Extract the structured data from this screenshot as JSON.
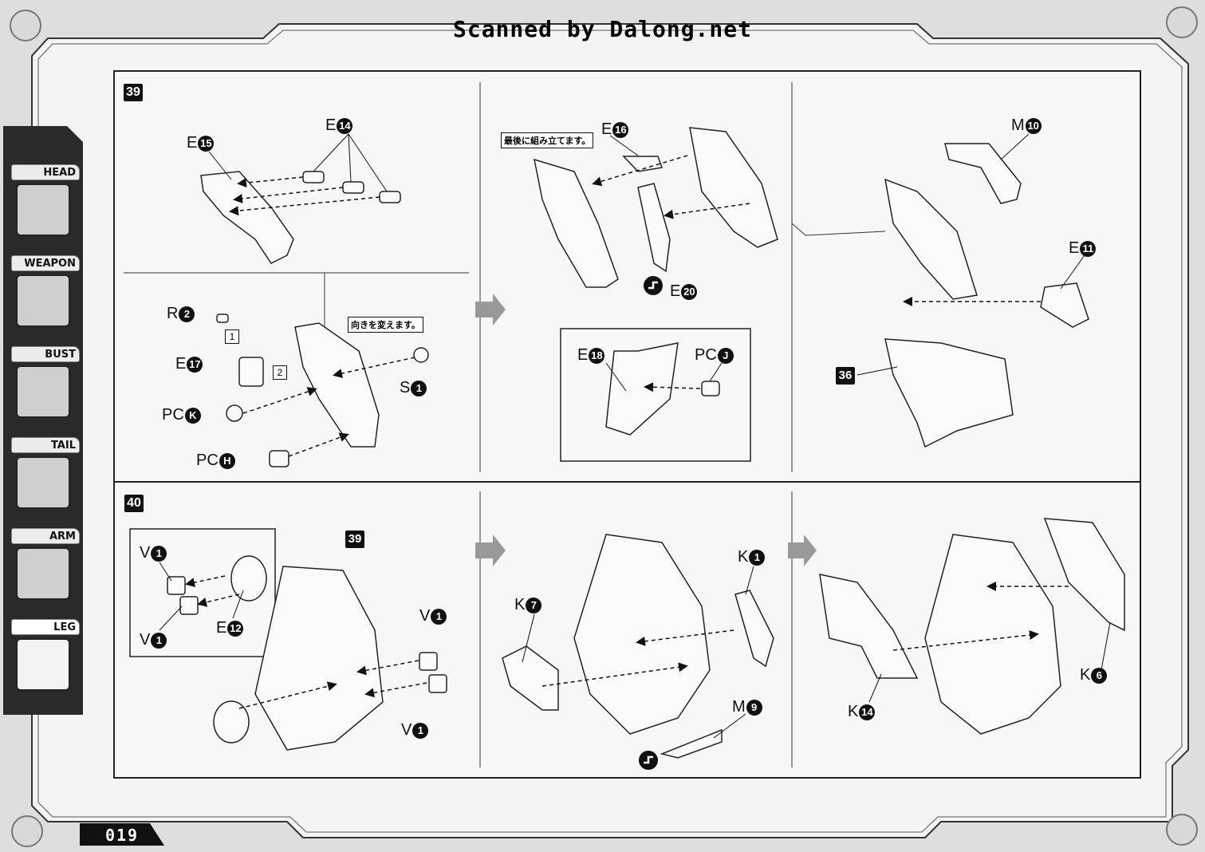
{
  "watermark": "Scanned by Dalong.net",
  "page_number": "019",
  "sidebar": {
    "items": [
      {
        "label": "HEAD",
        "icon": "head-icon",
        "active": false
      },
      {
        "label": "WEAPON",
        "icon": "weapon-icon",
        "active": false
      },
      {
        "label": "BUST",
        "icon": "bust-icon",
        "active": false
      },
      {
        "label": "TAIL",
        "icon": "tail-icon",
        "active": false
      },
      {
        "label": "ARM",
        "icon": "arm-icon",
        "active": false
      },
      {
        "label": "LEG",
        "icon": "leg-icon",
        "active": true
      }
    ]
  },
  "steps": {
    "step39": {
      "number": "39",
      "notes": {
        "assemble_last": "最後に組み立てます。",
        "change_direction": "向きを変えます。"
      },
      "order_marks": [
        "1",
        "2"
      ],
      "ref": "36",
      "parts": [
        {
          "letter": "E",
          "num": "15"
        },
        {
          "letter": "E",
          "num": "14"
        },
        {
          "letter": "R",
          "num": "2"
        },
        {
          "letter": "E",
          "num": "17"
        },
        {
          "letter": "PC",
          "num": "K"
        },
        {
          "letter": "PC",
          "num": "H"
        },
        {
          "letter": "S",
          "num": "1"
        },
        {
          "letter": "E",
          "num": "16"
        },
        {
          "letter": "E",
          "num": "20"
        },
        {
          "letter": "E",
          "num": "18"
        },
        {
          "letter": "PC",
          "num": "J"
        },
        {
          "letter": "M",
          "num": "10"
        },
        {
          "letter": "E",
          "num": "11"
        }
      ]
    },
    "step40": {
      "number": "40",
      "ref": "39",
      "parts": [
        {
          "letter": "V",
          "num": "1"
        },
        {
          "letter": "V",
          "num": "1"
        },
        {
          "letter": "E",
          "num": "12"
        },
        {
          "letter": "V",
          "num": "1"
        },
        {
          "letter": "V",
          "num": "1"
        },
        {
          "letter": "K",
          "num": "7"
        },
        {
          "letter": "K",
          "num": "1"
        },
        {
          "letter": "M",
          "num": "9"
        },
        {
          "letter": "K",
          "num": "14"
        },
        {
          "letter": "K",
          "num": "6"
        }
      ]
    }
  }
}
